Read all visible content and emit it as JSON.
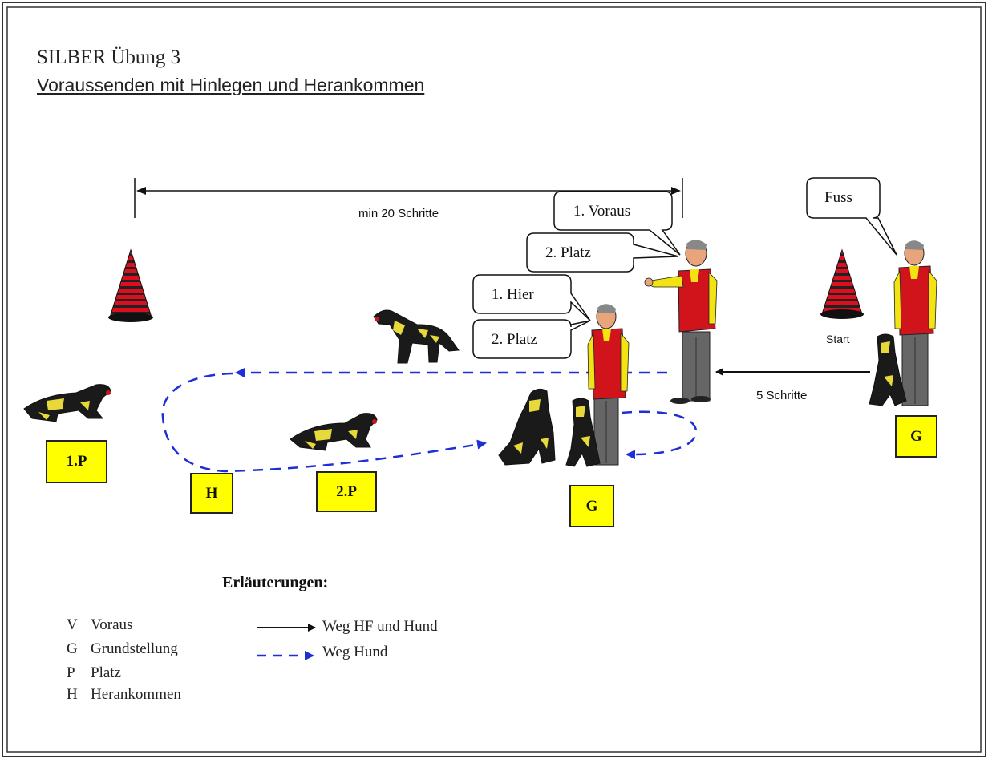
{
  "header": {
    "title": "SILBER   Übung 3",
    "subtitle": "Voraussenden mit Hinlegen und Herankommen"
  },
  "diagram": {
    "distance_label": "min 20 Schritte",
    "steps_label": "5 Schritte",
    "start_label": "Start",
    "bubbles": {
      "voraus": "1. Voraus",
      "platz_a": "2. Platz",
      "hier": "1. Hier",
      "platz_b": "2. Platz",
      "fuss": "Fuss"
    },
    "boxes": {
      "p1": "1.P",
      "h": "H",
      "p2": "2.P",
      "g_center": "G",
      "g_start": "G"
    },
    "colors": {
      "marker_fill": "#ffff00",
      "dog_path": "#1f2fd6",
      "handler_path": "#111111",
      "cone": "#dd0f1e",
      "vest": "#d1141b",
      "shirt": "#f2e312"
    }
  },
  "legend": {
    "title": "Erläuterungen:",
    "items": [
      {
        "key": "V",
        "text": "Voraus"
      },
      {
        "key": "G",
        "text": "Grundstellung"
      },
      {
        "key": "P",
        "text": "Platz"
      },
      {
        "key": "H",
        "text": "Herankommen"
      }
    ],
    "arrows": [
      {
        "text": "Weg HF und Hund"
      },
      {
        "text": "Weg Hund"
      }
    ]
  }
}
